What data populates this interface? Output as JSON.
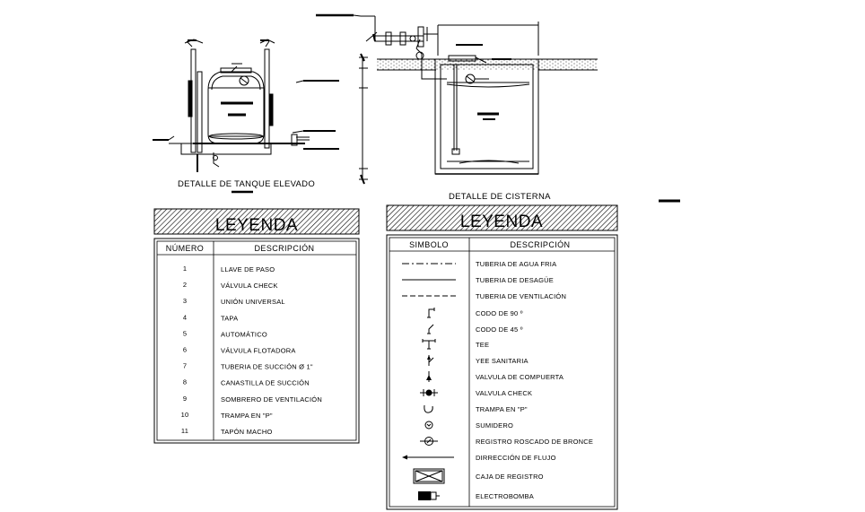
{
  "drawings": {
    "tank_caption": "DETALLE DE TANQUE ELEVADO",
    "cistern_caption": "DETALLE DE CISTERNA"
  },
  "legend_left": {
    "title": "LEYENDA",
    "col_number": "NÚMERO",
    "col_description": "DESCRIPCIÓN",
    "rows": [
      {
        "n": "1",
        "d": "LLAVE DE PASO"
      },
      {
        "n": "2",
        "d": "VÁLVULA CHECK"
      },
      {
        "n": "3",
        "d": "UNIÓN UNIVERSAL"
      },
      {
        "n": "4",
        "d": "TAPA"
      },
      {
        "n": "5",
        "d": "AUTOMÁTICO"
      },
      {
        "n": "6",
        "d": "VÁLVULA FLOTADORA"
      },
      {
        "n": "7",
        "d": "TUBERIA DE SUCCIÓN Ø 1\""
      },
      {
        "n": "8",
        "d": "CANASTILLA DE SUCCIÓN"
      },
      {
        "n": "9",
        "d": "SOMBRERO DE VENTILACIÓN"
      },
      {
        "n": "10",
        "d": "TRAMPA EN \"P\""
      },
      {
        "n": "11",
        "d": "TAPÓN MACHO"
      }
    ]
  },
  "legend_right": {
    "title": "LEYENDA",
    "col_symbol": "SIMBOLO",
    "col_description": "DESCRIPCIÓN",
    "rows": [
      {
        "icon": "dash-dot-line-icon",
        "d": "TUBERIA DE AGUA FRIA"
      },
      {
        "icon": "solid-line-icon",
        "d": "TUBERIA DE DESAGÜE"
      },
      {
        "icon": "dashed-line-icon",
        "d": "TUBERIA DE VENTILACIÓN"
      },
      {
        "icon": "elbow-90-icon",
        "d": "CODO DE 90 º"
      },
      {
        "icon": "elbow-45-icon",
        "d": "CODO DE 45 º"
      },
      {
        "icon": "tee-icon",
        "d": "TEE"
      },
      {
        "icon": "sanitary-wye-icon",
        "d": "YEE SANITARIA"
      },
      {
        "icon": "gate-valve-icon",
        "d": "VALVULA DE COMPUERTA"
      },
      {
        "icon": "check-valve-icon",
        "d": "VALVULA CHECK"
      },
      {
        "icon": "p-trap-icon",
        "d": "TRAMPA EN \"P\""
      },
      {
        "icon": "floor-drain-icon",
        "d": "SUMIDERO"
      },
      {
        "icon": "bronze-cleanout-icon",
        "d": "REGISTRO ROSCADO DE BRONCE"
      },
      {
        "icon": "flow-arrow-icon",
        "d": "DIRRECCIÓN DE FLUJO"
      },
      {
        "icon": "register-box-icon",
        "d": "CAJA DE REGISTRO"
      },
      {
        "icon": "electric-pump-icon",
        "d": "ELECTROBOMBA"
      }
    ]
  }
}
